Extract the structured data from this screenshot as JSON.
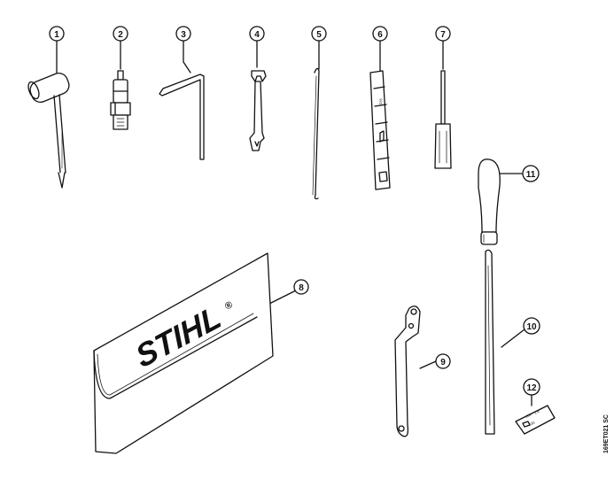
{
  "callouts": [
    "1",
    "2",
    "3",
    "4",
    "5",
    "6",
    "7",
    "8",
    "9",
    "10",
    "11",
    "12"
  ],
  "brand": {
    "name": "STIHL",
    "mark": "®"
  },
  "tool_6_marking": "035",
  "gauge_12_text": [
    "050",
    "1.6",
    "035"
  ],
  "drawing_reference": "169ET021 SC"
}
